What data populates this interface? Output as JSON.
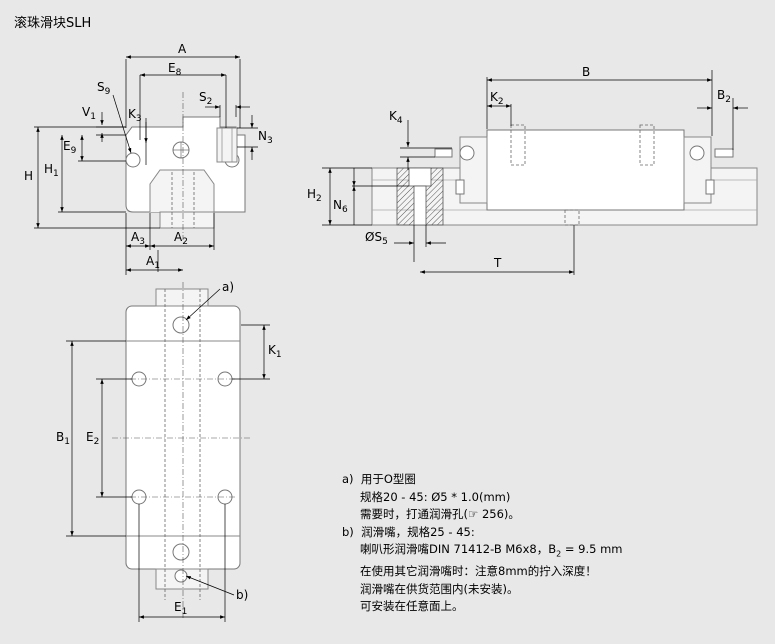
{
  "title": "滚珠滑块SLH",
  "labels": {
    "A": "A",
    "E8": [
      "E",
      "8"
    ],
    "S9": [
      "S",
      "9"
    ],
    "V1": [
      "V",
      "1"
    ],
    "K3": [
      "K",
      "3"
    ],
    "S2": [
      "S",
      "2"
    ],
    "N3": [
      "N",
      "3"
    ],
    "E9": [
      "E",
      "9"
    ],
    "H": "H",
    "H1": [
      "H",
      "1"
    ],
    "A3": [
      "A",
      "3"
    ],
    "A2": [
      "A",
      "2"
    ],
    "A1": [
      "A",
      "1"
    ],
    "B": "B",
    "K2": [
      "K",
      "2"
    ],
    "B2": [
      "B",
      "2"
    ],
    "K4": [
      "K",
      "4"
    ],
    "H2": [
      "H",
      "2"
    ],
    "N6": [
      "N",
      "6"
    ],
    "S5": [
      "ØS",
      "5"
    ],
    "T": "T",
    "a": "a)",
    "b": "b)",
    "K1": [
      "K",
      "1"
    ],
    "B1": [
      "B",
      "1"
    ],
    "E2": [
      "E",
      "2"
    ],
    "E1": [
      "E",
      "1"
    ]
  },
  "notes": {
    "a_marker": "a)",
    "a_line1": "用于O型圈",
    "a_line2": "规格20 - 45: Ø5 * 1.0(mm)",
    "a_line3": "需要时，打通润滑孔(☞ 256)。",
    "b_marker": "b)",
    "b_line1": "润滑嘴，规格25 - 45:",
    "b_line2": "喇叭形润滑嘴DIN 71412-B M6x8，B",
    "b_line2_sub": "2",
    "b_line2_tail": " = 9.5 mm",
    "b_line3": "在使用其它润滑嘴时：注意8mm的拧入深度！",
    "b_line4": "润滑嘴在供货范围内(未安装)。",
    "b_line5": "可安装在任意面上。"
  }
}
